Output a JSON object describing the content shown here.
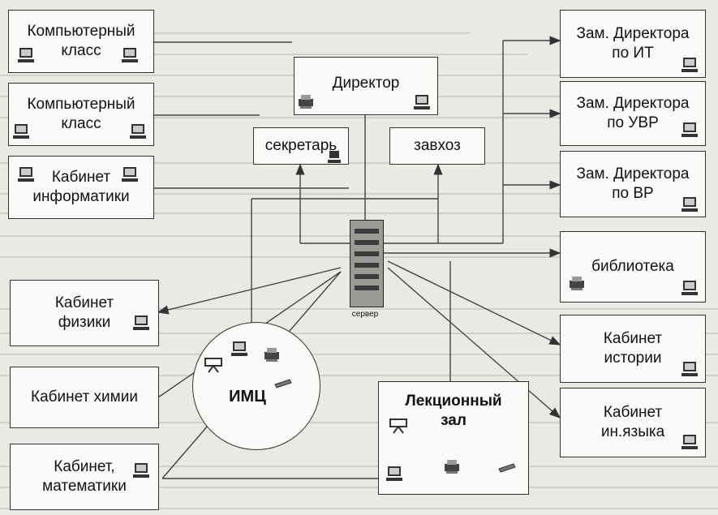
{
  "diagram": {
    "server_label": "сервер",
    "nodes": {
      "comp_class_1": "Компьютерный\nкласс",
      "comp_class_2": "Компьютерный\nкласс",
      "informatics": "Кабинет\nинформатики",
      "director": "Директор",
      "secretary": "секретарь",
      "zavhoz": "завхоз",
      "deputy_it": "Зам. Директора\nпо ИТ",
      "deputy_uvr": "Зам. Директора\nпо УВР",
      "deputy_vr": "Зам. Директора\nпо ВР",
      "library": "библиотека",
      "physics": "Кабинет\nфизики",
      "chemistry": "Кабинет химии",
      "math": "Кабинет,\nматематики",
      "imc": "ИМЦ",
      "lecture": "Лекционный\nзал",
      "history": "Кабинет\nистории",
      "foreign_lang": "Кабинет\nин.языка"
    }
  }
}
